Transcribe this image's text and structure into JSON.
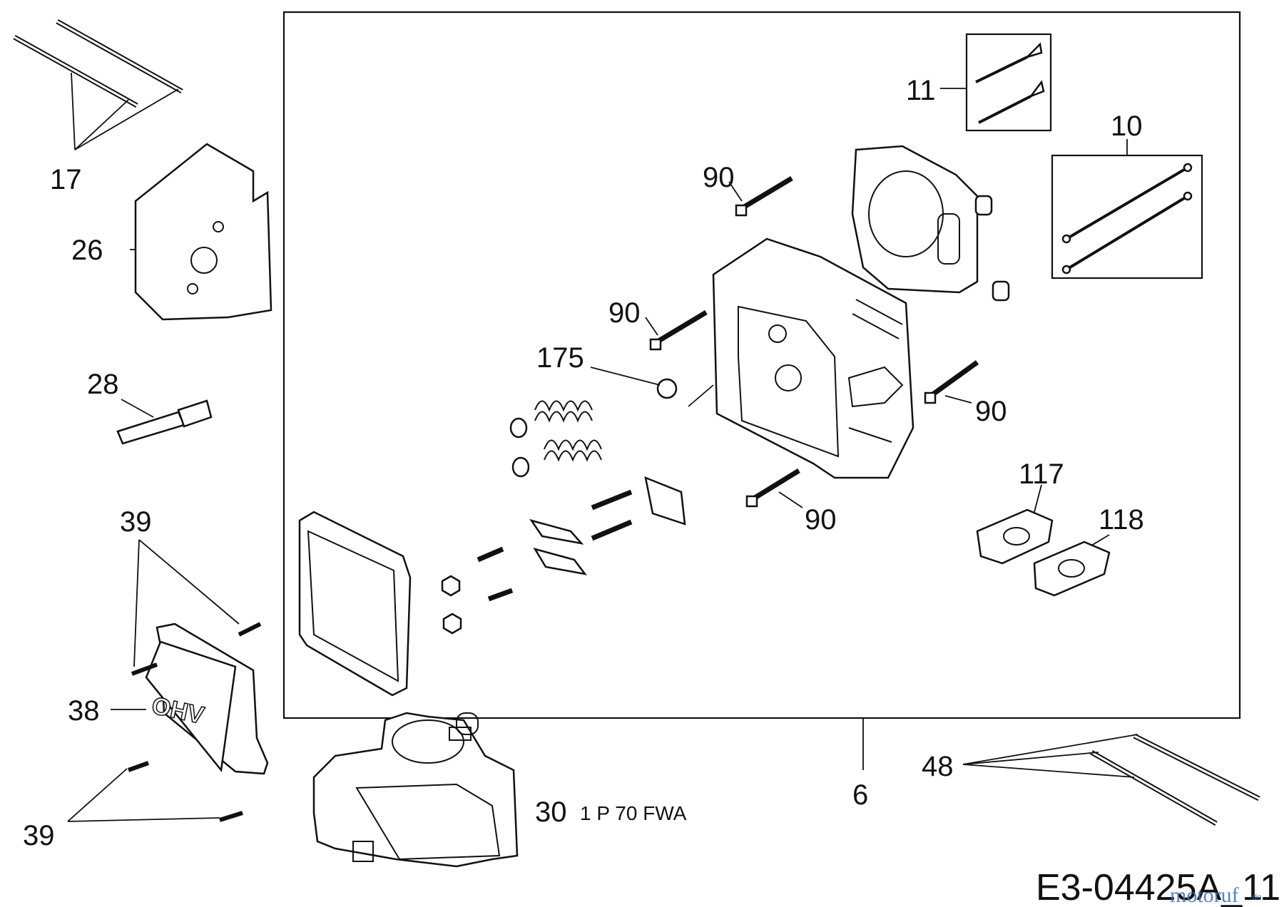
{
  "labels": {
    "p17": "17",
    "p26": "26",
    "p28": "28",
    "p39a": "39",
    "p38": "38",
    "p39b": "39",
    "p30": "30",
    "p30_desc": "1 P 70 FWA",
    "p6": "6",
    "p48": "48",
    "p11": "11",
    "p10": "10",
    "p90a": "90",
    "p90b": "90",
    "p90c": "90",
    "p90d": "90",
    "p175": "175",
    "p117": "117",
    "p118": "118"
  },
  "diagram_code": "E3-04425A_11",
  "watermark": "motoruf",
  "watermark_tld": ".de",
  "cover_text": "OHV"
}
